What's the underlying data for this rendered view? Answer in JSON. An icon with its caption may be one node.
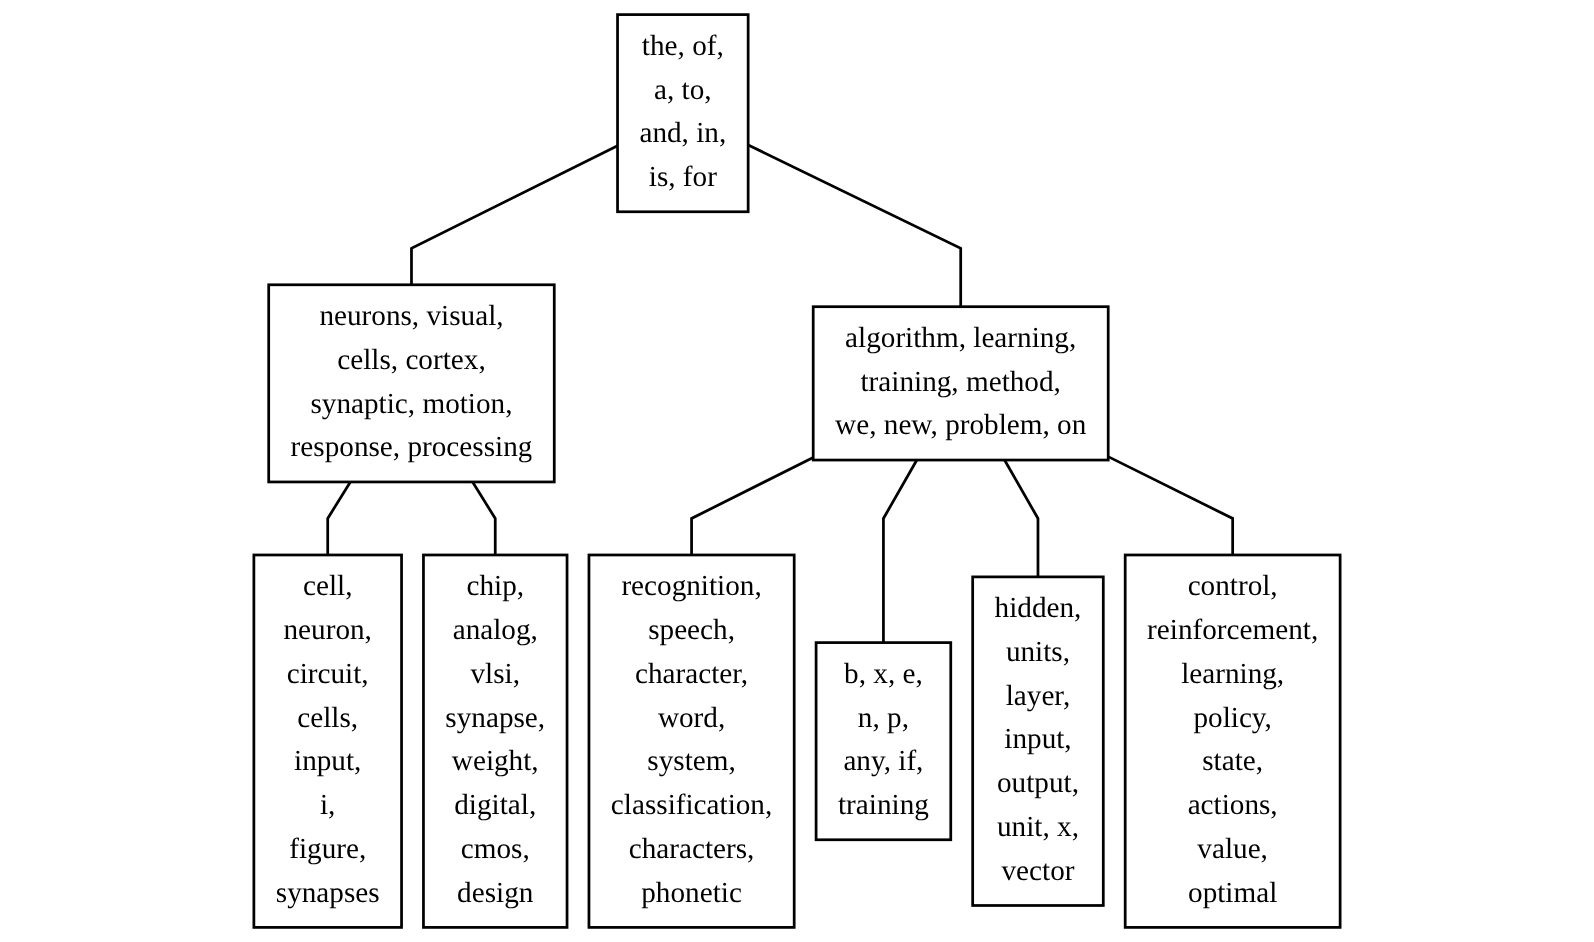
{
  "diagram": {
    "nodes": [
      {
        "text": [
          "the, of, a, to, and, in, is, for"
        ]
      },
      {
        "text": [
          "neurons, visual, cells, cortex, synaptic, motion, response, processing"
        ]
      },
      {
        "text": [
          "algorithm, learning, training, method, we, new, problem, on"
        ]
      },
      {
        "text": [
          "cell, neuron, circuit, cells, input, i, figure, synapses"
        ]
      },
      {
        "text": [
          "chip, analog, vlsi, synapse, weight, digital, cmos, design"
        ]
      },
      {
        "text": [
          "recognition, speech, character, word, system, classification, characters, phonetic"
        ]
      },
      {
        "text": [
          "b, x, e, n, p, any, if, training"
        ]
      },
      {
        "text": [
          "hidden, units, layer, input, output, unit, x, vector"
        ]
      },
      {
        "text": [
          "control, reinforcement, learning, policy, state, actions, value, optimal"
        ]
      }
    ],
    "edges": [
      {
        "from": 0,
        "to": 1,
        "arrow": "none"
      },
      {
        "from": 0,
        "to": 2,
        "arrow": "none"
      },
      {
        "from": 1,
        "to": 3,
        "arrow": "none"
      },
      {
        "from": 1,
        "to": 4,
        "arrow": "none"
      },
      {
        "from": 2,
        "to": 5,
        "arrow": "none"
      },
      {
        "from": 2,
        "to": 6,
        "arrow": "none"
      },
      {
        "from": 2,
        "to": 7,
        "arrow": "none"
      },
      {
        "from": 2,
        "to": 8,
        "arrow": "none"
      }
    ]
  }
}
